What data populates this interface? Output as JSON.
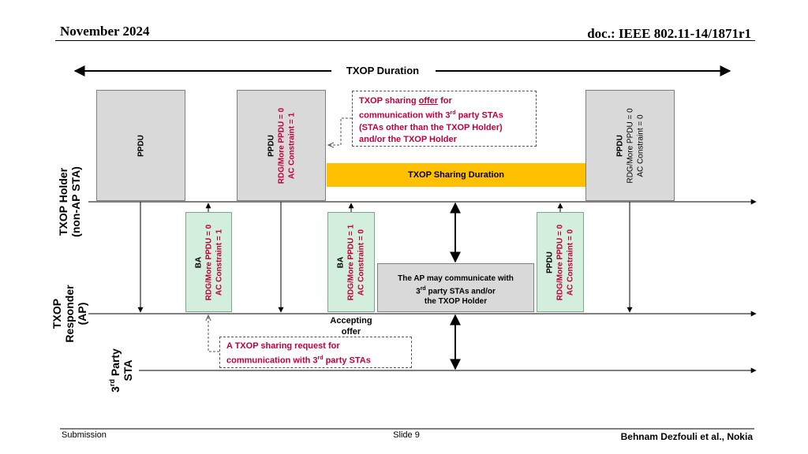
{
  "header": {
    "date": "November 2024",
    "doc": "doc.: IEEE 802.11-14/1871r1"
  },
  "txop_duration_label": "TXOP Duration",
  "rows": {
    "holder_line1": "TXOP Holder",
    "holder_line2": "(non-AP STA)",
    "responder_line1": "TXOP",
    "responder_line2": "Responder",
    "responder_line3": "(AP)",
    "third_party_sup": "rd",
    "third_party_pre": "3",
    "third_party_line1": " Party",
    "third_party_line2": "STA"
  },
  "holder_frames": {
    "f1_title": "PPDU",
    "f2_title": "PPDU",
    "f2_line1": "RDG/More PPDU = 0",
    "f2_line2": "AC Constraint = 1",
    "f3_title": "PPDU",
    "f3_line1": "RDG/More PPDU = 0",
    "f3_line2": "AC Constraint = 0"
  },
  "responder_frames": {
    "r1_title": "BA",
    "r1_line1": "RDG/More PPDU = 0",
    "r1_line2": "AC Constraint = 1",
    "r2_title": "BA",
    "r2_line1": "RDG/More PPDU = 1",
    "r2_line2": "AC Constraint = 0",
    "r3_title": "PPDU",
    "r3_line1": "RDG/More PPDU = 0",
    "r3_line2": "AC Constraint = 0"
  },
  "offer_note": {
    "pre": "TXOP sharing ",
    "underlined": "offer",
    "post": " for",
    "line2_pre": "communication with 3",
    "line2_sup": "rd",
    "line2_post": " party STAs",
    "line3": "(STAs other than the TXOP Holder)",
    "line4": "and/or the TXOP Holder"
  },
  "sharing_duration_label": "TXOP Sharing Duration",
  "ap_box": {
    "line1": "The AP may communicate with",
    "line2_pre": "3",
    "line2_sup": "rd",
    "line2_post": " party STAs and/or",
    "line3": "the TXOP Holder"
  },
  "accepting_offer": {
    "line1": "Accepting",
    "line2": "offer"
  },
  "request_note": {
    "line1": "A TXOP sharing request for",
    "line2_pre": "communication with 3",
    "line2_sup": "rd",
    "line2_post": " party STAs"
  },
  "footer": {
    "left": "Submission",
    "center": "Slide 9",
    "right": "Behnam Dezfouli et al., Nokia"
  },
  "colors": {
    "red_text": "#c0003c",
    "orange_bar": "#ffc000",
    "gray_frame": "#d9d9d9",
    "green_frame": "#d4eedd"
  }
}
